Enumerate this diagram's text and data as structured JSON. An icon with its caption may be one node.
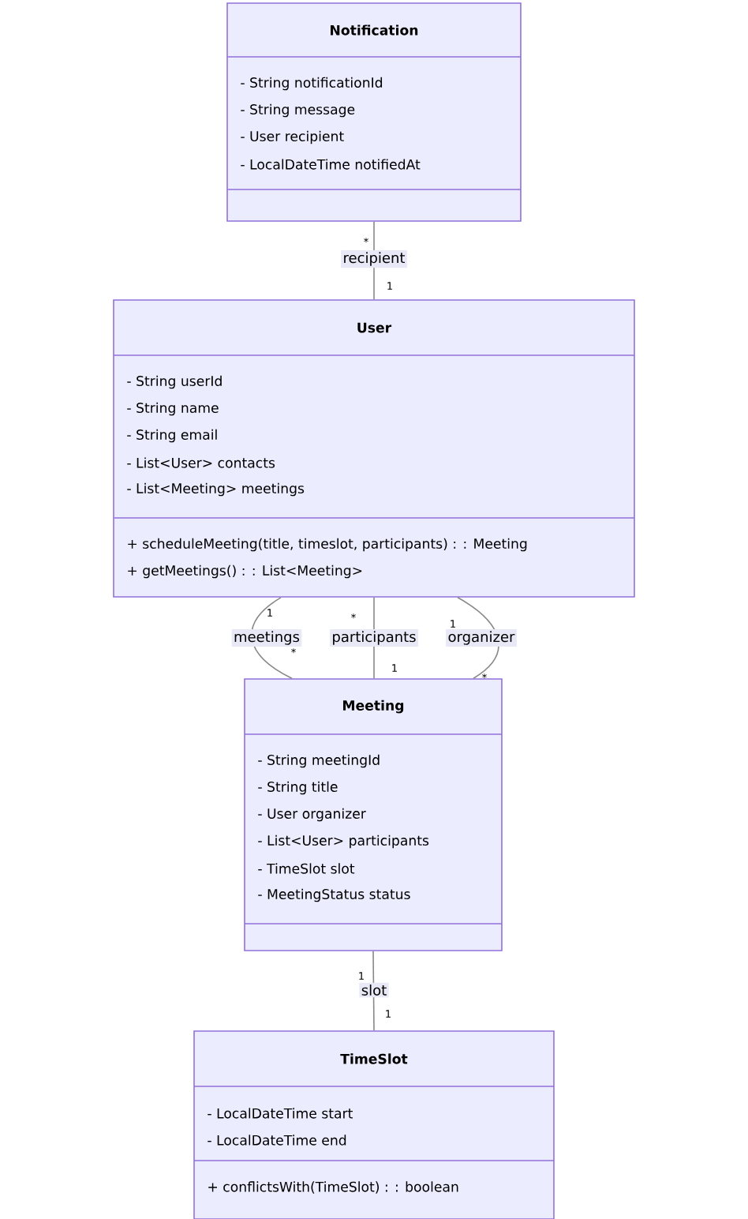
{
  "diagram": {
    "nodes": [
      {
        "text": [
          "Notification",
          "- String notificationId",
          "- String message",
          "- User recipient",
          "- LocalDateTime notifiedAt"
        ]
      },
      {
        "text": [
          "User",
          "- String userId",
          "- String name",
          "- String email",
          "- List<User> contacts",
          "- List<Meeting> meetings",
          "+ scheduleMeeting(title, timeslot, participants) : : Meeting",
          "+ getMeetings() : : List<Meeting>"
        ]
      },
      {
        "text": [
          "Meeting",
          "- String meetingId",
          "- String title",
          "- User organizer",
          "- List<User> participants",
          "- TimeSlot slot",
          "- MeetingStatus status"
        ]
      },
      {
        "text": [
          "TimeSlot",
          "- LocalDateTime start",
          "- LocalDateTime end",
          "+ conflictsWith(TimeSlot) : : boolean"
        ]
      }
    ],
    "edges": [
      {
        "from": 0,
        "to": 1,
        "arrow": "none",
        "label": "recipient"
      },
      {
        "from": 1,
        "to": 2,
        "arrow": "none",
        "label": "meetings"
      },
      {
        "from": 1,
        "to": 2,
        "arrow": "none",
        "label": "participants"
      },
      {
        "from": 1,
        "to": 2,
        "arrow": "none",
        "label": "organizer"
      },
      {
        "from": 2,
        "to": 3,
        "arrow": "none",
        "label": "slot"
      }
    ],
    "labels": [
      "*",
      "1",
      "1",
      "*",
      "*",
      "1",
      "1",
      "*",
      "1",
      "1"
    ]
  }
}
